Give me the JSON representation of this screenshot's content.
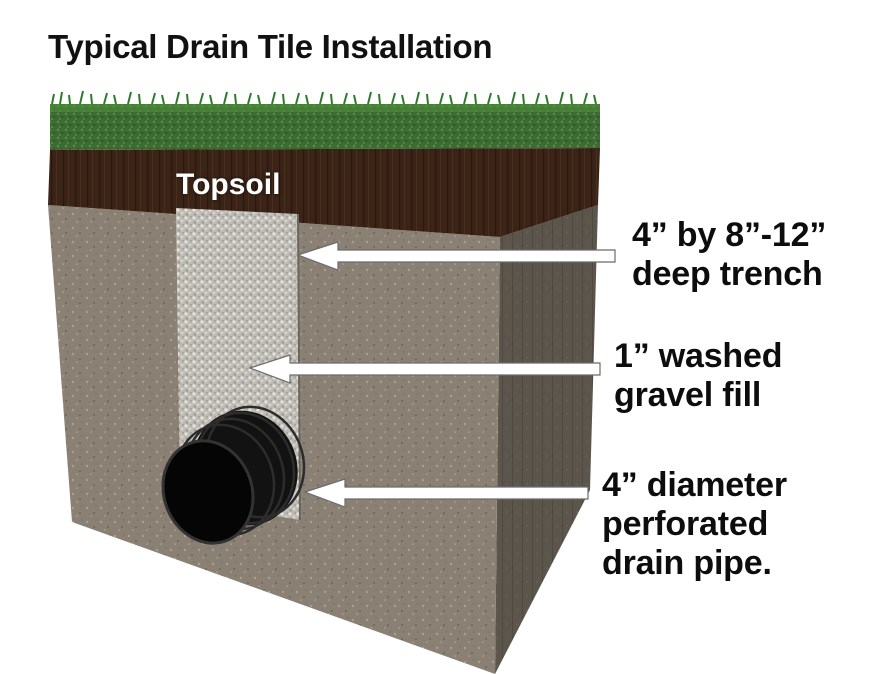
{
  "title": "Typical Drain Tile Installation",
  "layers": {
    "topsoil": "Topsoil"
  },
  "callouts": [
    {
      "line1": "4” by 8”-12”",
      "line2": "deep trench"
    },
    {
      "line1": "1” washed",
      "line2": "gravel fill"
    },
    {
      "line1": "4” diameter",
      "line2": "perforated",
      "line3": "drain pipe."
    }
  ],
  "colors": {
    "background": "#ffffff",
    "grass": "#3f6f35",
    "grass_blade": "#2f7a2a",
    "topsoil": "#3b2417",
    "soil_front": "#8c8376",
    "soil_side": "#5d564d",
    "gravel": "#c9c6bf",
    "pipe": "#0b0b0b",
    "arrow": "#ffffff",
    "text": "#0d0d0d"
  }
}
